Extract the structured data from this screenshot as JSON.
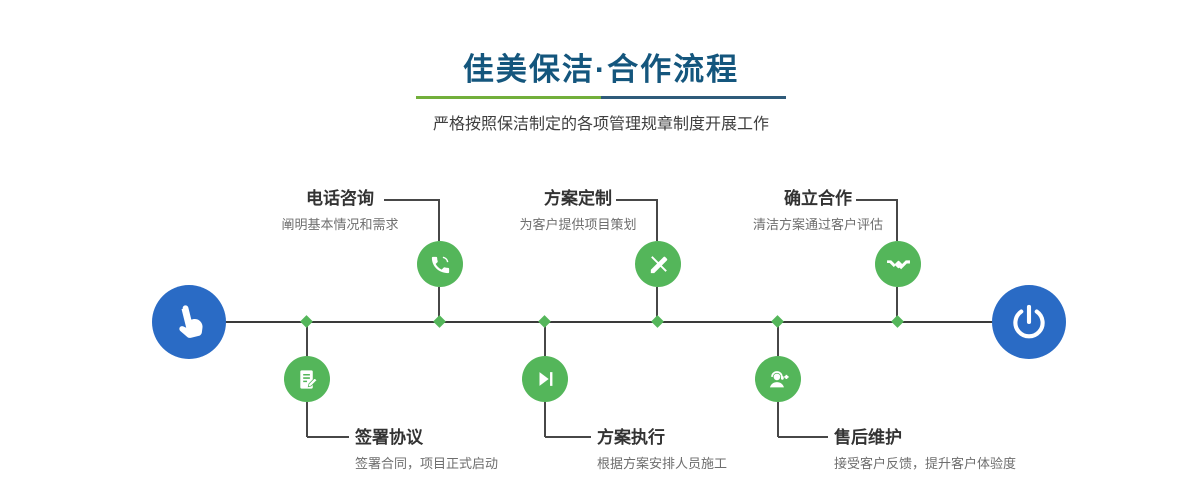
{
  "header": {
    "title": "佳美保洁·合作流程",
    "subtitle": "严格按照保洁制定的各项管理规章制度开展工作"
  },
  "colors": {
    "title_text": "#14567d",
    "node_green": "#54b65a",
    "node_blue": "#2a6bc5",
    "axis_line": "#3a3a3a",
    "divider_green": "#72af3b",
    "divider_blue": "#2f5b7a"
  },
  "timeline": {
    "start_icon": "pointer-hand-icon",
    "end_icon": "power-icon",
    "steps": [
      {
        "title": "电话咨询",
        "desc": "阐明基本情况和需求",
        "icon": "phone-icon",
        "row": "top"
      },
      {
        "title": "方案定制",
        "desc": "为客户提供项目策划",
        "icon": "design-pencil-icon",
        "row": "top"
      },
      {
        "title": "确立合作",
        "desc": "清洁方案通过客户评估",
        "icon": "handshake-icon",
        "row": "top"
      },
      {
        "title": "签署协议",
        "desc": "签署合同，项目正式启动",
        "icon": "contract-icon",
        "row": "bottom"
      },
      {
        "title": "方案执行",
        "desc": "根据方案安排人员施工",
        "icon": "play-execute-icon",
        "row": "bottom"
      },
      {
        "title": "售后维护",
        "desc": "接受客户反馈，提升客户体验度",
        "icon": "headset-service-icon",
        "row": "bottom"
      }
    ]
  }
}
